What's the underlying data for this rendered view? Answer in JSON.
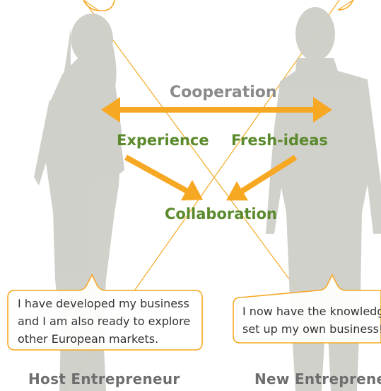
{
  "colors": {
    "silhouette": "#cdcdc7",
    "arrow": "#f7a823",
    "thin_line": "#f2b033",
    "green_label": "#5a8a2c",
    "gray_label": "#8a8a8a",
    "bubble_border": "#f7a823",
    "role_text": "#6e6e6e"
  },
  "labels": {
    "cooperation": "Cooperation",
    "experience": "Experience",
    "fresh_ideas": "Fresh-ideas",
    "collaboration": "Collaboration"
  },
  "host": {
    "bubble_lines": [
      "I have developed my business",
      "and I am also ready to explore",
      "other European markets."
    ],
    "role": "Host Entrepreneur"
  },
  "new": {
    "bubble_lines": [
      "I now have the knowledge to",
      "set up my own business!"
    ],
    "role": "New Entrepreneur"
  }
}
